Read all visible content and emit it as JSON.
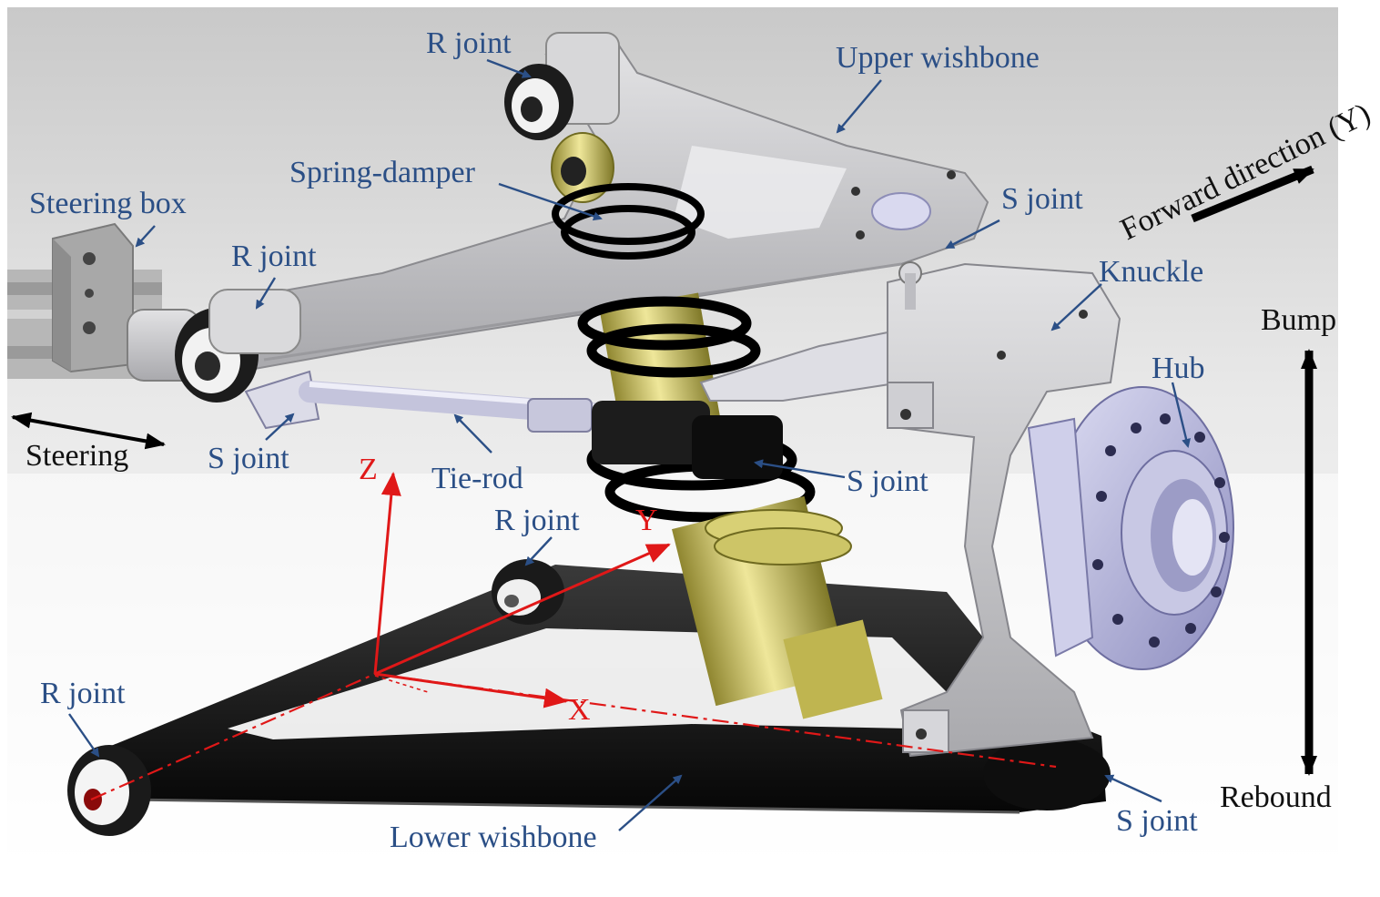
{
  "labels": {
    "r_joint_top": "R joint",
    "upper_wishbone": "Upper wishbone",
    "spring_damper": "Spring-damper",
    "steering_box": "Steering box",
    "r_joint_upper_left": "R joint",
    "s_joint_upper": "S joint",
    "forward_direction": "Forward direction (Y)",
    "knuckle": "Knuckle",
    "bump": "Bump",
    "hub": "Hub",
    "steering": "Steering",
    "s_joint_tierod": "S joint",
    "tie_rod": "Tie-rod",
    "s_joint_damper": "S joint",
    "z_axis": "Z",
    "y_axis": "Y",
    "r_joint_lower_mid": "R joint",
    "r_joint_lower_left": "R joint",
    "x_axis": "X",
    "lower_wishbone": "Lower wishbone",
    "s_joint_lower": "S joint",
    "rebound": "Rebound"
  },
  "colors": {
    "label_blue": "#2b4f86",
    "axis_red": "#e01818",
    "lower_arm_black": "#111111",
    "upper_arm_grey": "#c9c9cc",
    "damper_gold": "#c9bf5a",
    "hub_lavender": "#b9b9e0"
  },
  "icons": {
    "forward_arrow": "arrow-right-up-icon",
    "bump_rebound_arrow": "double-vertical-arrow-icon",
    "steering_arrow": "double-horizontal-arrow-icon"
  }
}
